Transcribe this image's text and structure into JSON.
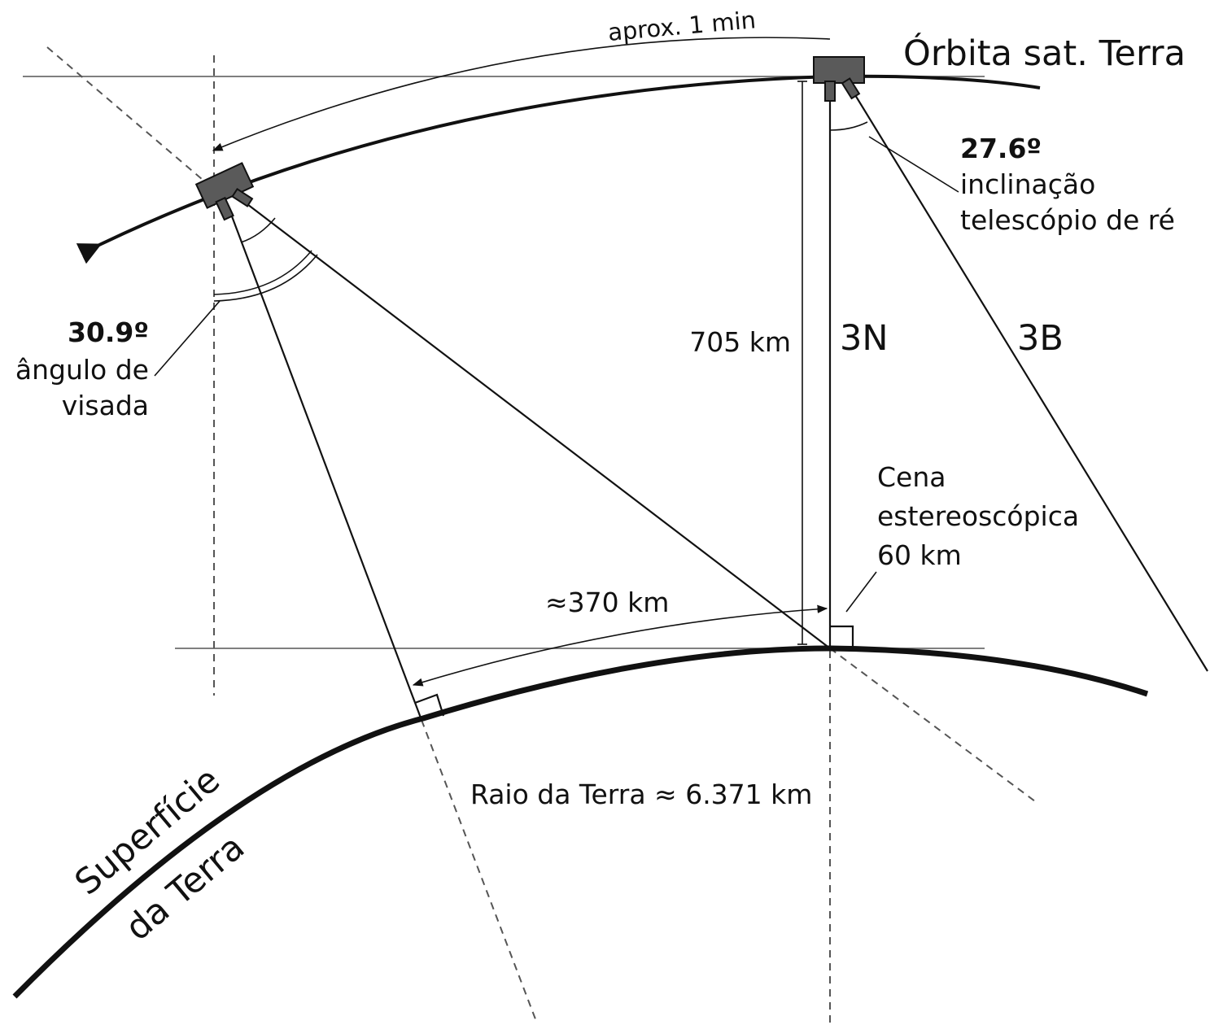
{
  "diagram": {
    "orbit_label": "Órbita sat. Terra",
    "time_label": "aprox. 1 min",
    "backward_angle_value": "27.6º",
    "backward_angle_desc_1": "inclinação",
    "backward_angle_desc_2": "telescópio de ré",
    "view_angle_value": "30.9º",
    "view_angle_desc_1": "ângulo de",
    "view_angle_desc_2": "visada",
    "altitude_label": "705 km",
    "nadir_band_label": "3N",
    "backward_band_label": "3B",
    "scene_label_1": "Cena",
    "scene_label_2": "estereoscópica",
    "scene_label_3": "60 km",
    "distance_label": "≈370 km",
    "radius_label": "Raio da Terra ≈ 6.371 km",
    "surface_label_1": "Superfície",
    "surface_label_2": "da Terra",
    "colors": {
      "satellite_body": "#5a5a5a",
      "lines": "#111111",
      "guides": "#555555",
      "background": "#ffffff"
    }
  }
}
